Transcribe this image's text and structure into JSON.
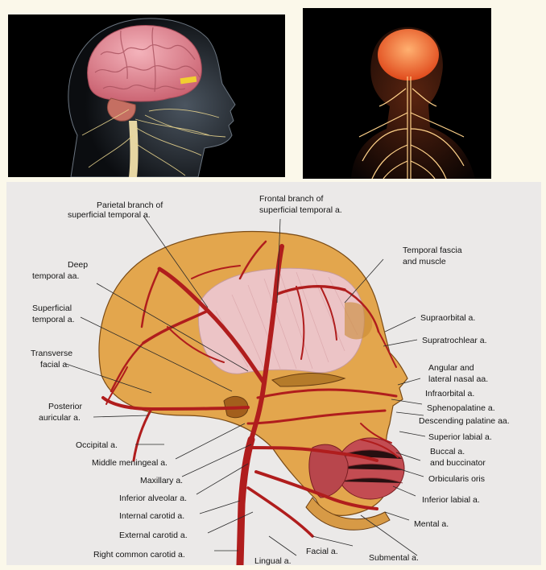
{
  "colors": {
    "page_background": "#fbf8ea",
    "photo_background": "#000000",
    "diagram_background": "#ebe9e8",
    "brain": "#e88f9b",
    "nerves": "#e9d58e",
    "skull": "#e4a64a",
    "artery": "#b01d1d",
    "muscle": "#e8c3c6"
  },
  "icons": [
    "head-profile-brain-illustration",
    "upper-body-nervous-system-illustration",
    "head-arteries-illustration"
  ],
  "labels": {
    "parietal": [
      "Parietal branch of",
      "superficial temporal a."
    ],
    "frontal": [
      "Frontal branch of",
      "superficial temporal a."
    ],
    "temporal_fascia": [
      "Temporal fascia",
      "and muscle"
    ],
    "deep_temporal": [
      "Deep",
      "temporal aa."
    ],
    "superficial_temporal": [
      "Superficial",
      "temporal a."
    ],
    "transverse_facial": [
      "Transverse",
      "facial a."
    ],
    "posterior_auricular": [
      "Posterior",
      "auricular a."
    ],
    "occipital": "Occipital a.",
    "middle_meningeal": "Middle meningeal a.",
    "maxillary": "Maxillary a.",
    "inferior_alveolar": "Inferior alveolar a.",
    "internal_carotid": "Internal carotid a.",
    "external_carotid": "External carotid a.",
    "right_common_carotid": "Right common carotid a.",
    "lingual": "Lingual a.",
    "facial": "Facial a.",
    "submental": "Submental a.",
    "mental": "Mental a.",
    "inferior_labial": "Inferior labial a.",
    "orbicularis_oris": "Orbicularis oris",
    "buccal": [
      "Buccal a.",
      "and buccinator"
    ],
    "superior_labial": "Superior labial a.",
    "descending_palatine": "Descending palatine aa.",
    "sphenopalatine": "Sphenopalatine a.",
    "infraorbital": "Infraorbital a.",
    "angular": [
      "Angular and",
      "lateral nasal aa."
    ],
    "supratrochlear": "Supratrochlear a.",
    "supraorbital": "Supraorbital a."
  }
}
